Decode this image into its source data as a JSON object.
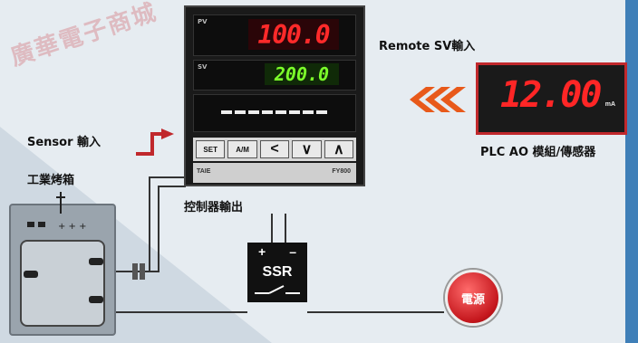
{
  "watermark": "廣華電子商城",
  "controller": {
    "pv_tag": "PV",
    "pv_value": "100.0",
    "sv_tag": "SV",
    "sv_value": "200.0",
    "keys": [
      "SET",
      "A/M",
      "<",
      "∨",
      "∧"
    ],
    "brand": "TAIE",
    "model": "FY800"
  },
  "labels": {
    "remote_sv": "Remote SV輸入",
    "sensor": "Sensor 輸入",
    "oven": "工業烤箱",
    "controller_output": "控制器輸出",
    "plc": "PLC AO 模組/傳感器"
  },
  "plc_display": {
    "value": "12.00",
    "unit": "mA"
  },
  "ssr": {
    "label": "SSR",
    "plus": "+",
    "minus": "–"
  },
  "power_button": {
    "label": "電源"
  },
  "colors": {
    "accent_red": "#c0282c",
    "pv_red": "#ff2a2a",
    "sv_green": "#7cff2a",
    "arrow_orange": "#e8591a"
  }
}
